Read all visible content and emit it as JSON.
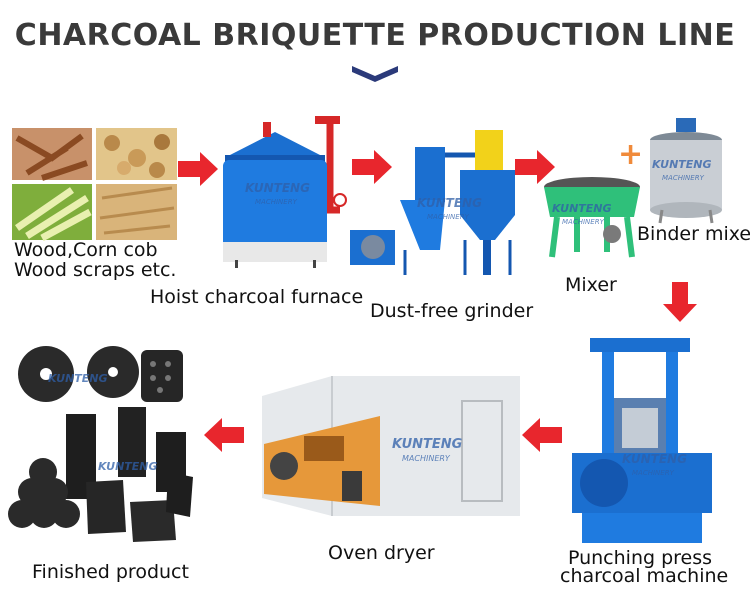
{
  "title": "CHARCOAL BRIQUETTE PRODUCTION LINE",
  "steps": [
    {
      "label_line1": "Wood,Corn cob",
      "label_line2": "Wood scraps etc."
    },
    {
      "label": "Hoist charcoal furnace"
    },
    {
      "label": "Dust-free grinder"
    },
    {
      "label": "Mixer"
    },
    {
      "label": "Binder mixer"
    },
    {
      "label_line1": "Punching press",
      "label_line2": "charcoal machine"
    },
    {
      "label": "Oven dryer"
    },
    {
      "label": "Finished product"
    }
  ],
  "plus_sign": "+",
  "watermark": {
    "brand": "KUNTENG",
    "sub": "MACHINERY"
  },
  "colors": {
    "arrow": "#e8262d",
    "title": "#3a3a3a",
    "chevron": "#2b3a7a",
    "machine_blue": "#1b6fd0",
    "furnace_blue": "#1f7be0",
    "mixer_green": "#2fc07a",
    "watermark": "#2f5fa8"
  }
}
